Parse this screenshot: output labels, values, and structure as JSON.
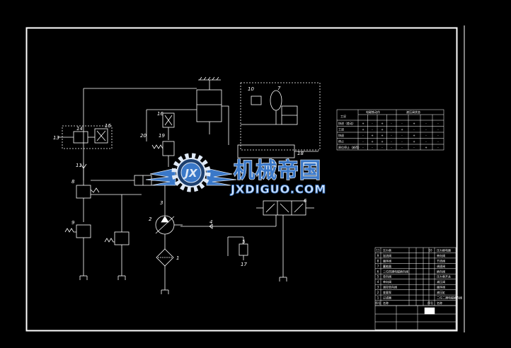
{
  "drawing": {
    "component_numbers": [
      "1",
      "2",
      "3",
      "4",
      "5",
      "6",
      "7",
      "8",
      "9",
      "10",
      "11",
      "13",
      "14",
      "15",
      "16",
      "17",
      "18",
      "19",
      "20"
    ],
    "action_table": {
      "header_left": "工况",
      "groups": [
        "电磁铁动作",
        "液压阀状态"
      ],
      "rows": [
        {
          "label": "快进（差动）",
          "marks": [
            "+",
            "-",
            "+",
            "-",
            "-",
            "+",
            "-",
            "-"
          ]
        },
        {
          "label": "工进",
          "marks": [
            "+",
            "-",
            "+",
            "-",
            "+",
            "-",
            "-",
            "-"
          ]
        },
        {
          "label": "快退",
          "marks": [
            "-",
            "+",
            "+",
            "-",
            "-",
            "+",
            "-",
            "-"
          ]
        },
        {
          "label": "停止",
          "marks": [
            "-",
            "+",
            "+",
            "-",
            "-",
            "+",
            "-",
            "-"
          ]
        },
        {
          "label": "原位停止（卸荷）",
          "marks": [
            "-",
            "-",
            "-",
            "-",
            "-",
            "-",
            "+",
            "-"
          ]
        }
      ]
    },
    "parts_list": {
      "rows": [
        [
          "11",
          "压力表",
          "",
          "",
          "",
          "10",
          "压力继电器"
        ],
        [
          "9",
          "溢流阀",
          "",
          "",
          "",
          "",
          "单向阀"
        ],
        [
          "8",
          "顺序阀",
          "",
          "",
          "",
          "",
          "节流阀"
        ],
        [
          "7",
          "蓄能器",
          "",
          "",
          "",
          "",
          "调速阀"
        ],
        [
          "6",
          "三位四通电磁换向阀",
          "",
          "",
          "",
          "",
          "换向阀"
        ],
        [
          "5",
          "单向阀",
          "",
          "",
          "",
          "",
          "压力表开关"
        ],
        [
          "4",
          "单向阀",
          "",
          "",
          "",
          "",
          "减压阀"
        ],
        [
          "3",
          "液控单向阀",
          "",
          "",
          "",
          "",
          "顺序阀"
        ],
        [
          "2",
          "变量泵",
          "",
          "",
          "",
          "",
          "液压缸"
        ],
        [
          "1",
          "过滤器",
          "",
          "",
          "",
          "",
          "二位二通电磁换向阀"
        ],
        [
          "序号",
          "名称",
          "",
          "",
          "",
          "序号",
          "名称"
        ]
      ]
    }
  },
  "watermark": {
    "cn": "机械帝国",
    "en": "JXDIGUO.COM",
    "logo_letters": "JX"
  }
}
